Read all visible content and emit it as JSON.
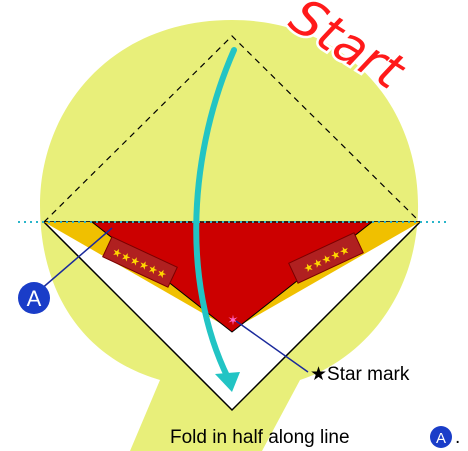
{
  "title": "Start",
  "callouts": {
    "line_label": "A",
    "star_mark_label": "★Star mark"
  },
  "instruction": {
    "text": "Fold in half along line",
    "badge": "A",
    "trailing": "."
  },
  "colors": {
    "background_blob": "#e8ef7a",
    "paper_front": "#ffffff",
    "paper_colored": "#cc0000",
    "paper_edge": "#f0c000",
    "title": "#ff1a1a",
    "arrow": "#22c4c4",
    "badge": "#1a3dc8",
    "guide_line": "#2ab5c9",
    "callout_line": "#1a2a9c",
    "star_mark": "#ff66cc"
  },
  "icons": {
    "fold_arrow": "curved-arrow-down-icon",
    "star": "star-icon"
  }
}
